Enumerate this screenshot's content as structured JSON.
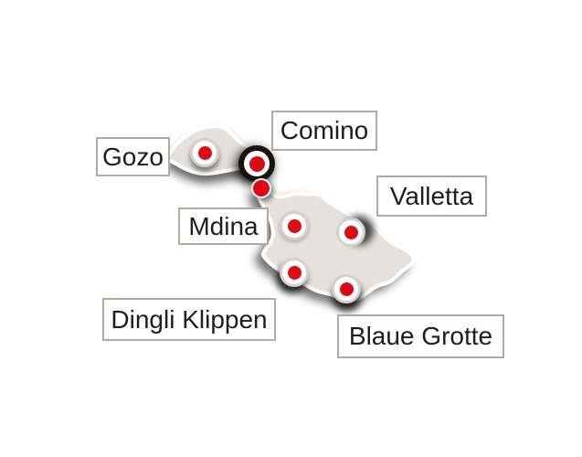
{
  "map": {
    "labels": [
      {
        "id": "gozo",
        "text": "Gozo"
      },
      {
        "id": "comino",
        "text": "Comino"
      },
      {
        "id": "valletta",
        "text": "Valletta"
      },
      {
        "id": "mdina",
        "text": "Mdina"
      },
      {
        "id": "dingli-klippen",
        "text": "Dingli Klippen"
      },
      {
        "id": "blaue-grotte",
        "text": "Blaue Grotte"
      }
    ],
    "markers": [
      {
        "location": "Gozo",
        "style": "gray-ring"
      },
      {
        "location": "Comino",
        "style": "black-ring"
      },
      {
        "location": "Mdina",
        "style": "gray-ring"
      },
      {
        "location": "Valletta",
        "style": "gray-ring"
      },
      {
        "location": "Dingli Klippen",
        "style": "gray-ring"
      },
      {
        "location": "Blaue Grotte",
        "style": "gray-ring"
      },
      {
        "location": "unlabeled-point",
        "style": "plain-dot"
      }
    ],
    "islands": [
      "Gozo",
      "Comino",
      "Malta"
    ],
    "colors": {
      "marker_red": "#dc0c14",
      "island_fill": "#e4e1de",
      "island_outline": "#ffffff",
      "label_background": "#ffffff",
      "label_border": "#b2a9a2",
      "label_text": "#1d1d1b",
      "ring_gray": "#d3d0cd",
      "ring_black": "#16130f"
    }
  }
}
